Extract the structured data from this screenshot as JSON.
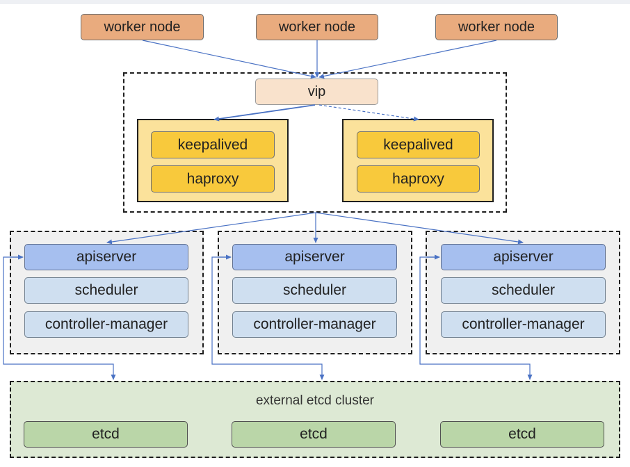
{
  "workers": [
    {
      "label": "worker node"
    },
    {
      "label": "worker node"
    },
    {
      "label": "worker node"
    }
  ],
  "vip": {
    "label": "vip"
  },
  "load_balancers": [
    {
      "keepalived": "keepalived",
      "haproxy": "haproxy"
    },
    {
      "keepalived": "keepalived",
      "haproxy": "haproxy"
    }
  ],
  "masters": [
    {
      "apiserver": "apiserver",
      "scheduler": "scheduler",
      "controller_manager": "controller-manager"
    },
    {
      "apiserver": "apiserver",
      "scheduler": "scheduler",
      "controller_manager": "controller-manager"
    },
    {
      "apiserver": "apiserver",
      "scheduler": "scheduler",
      "controller_manager": "controller-manager"
    }
  ],
  "etcd_cluster": {
    "label": "external etcd cluster",
    "nodes": [
      {
        "label": "etcd"
      },
      {
        "label": "etcd"
      },
      {
        "label": "etcd"
      }
    ]
  },
  "colors": {
    "arrow": "#4a72c4",
    "worker": "#e9ab7e",
    "vip": "#f9e2cc",
    "keepalived": "#f8c93c",
    "apiserver": "#a6bfef",
    "component": "#cfdff0",
    "etcd": "#bad6a8",
    "etcd_cluster": "#dde9d4"
  }
}
